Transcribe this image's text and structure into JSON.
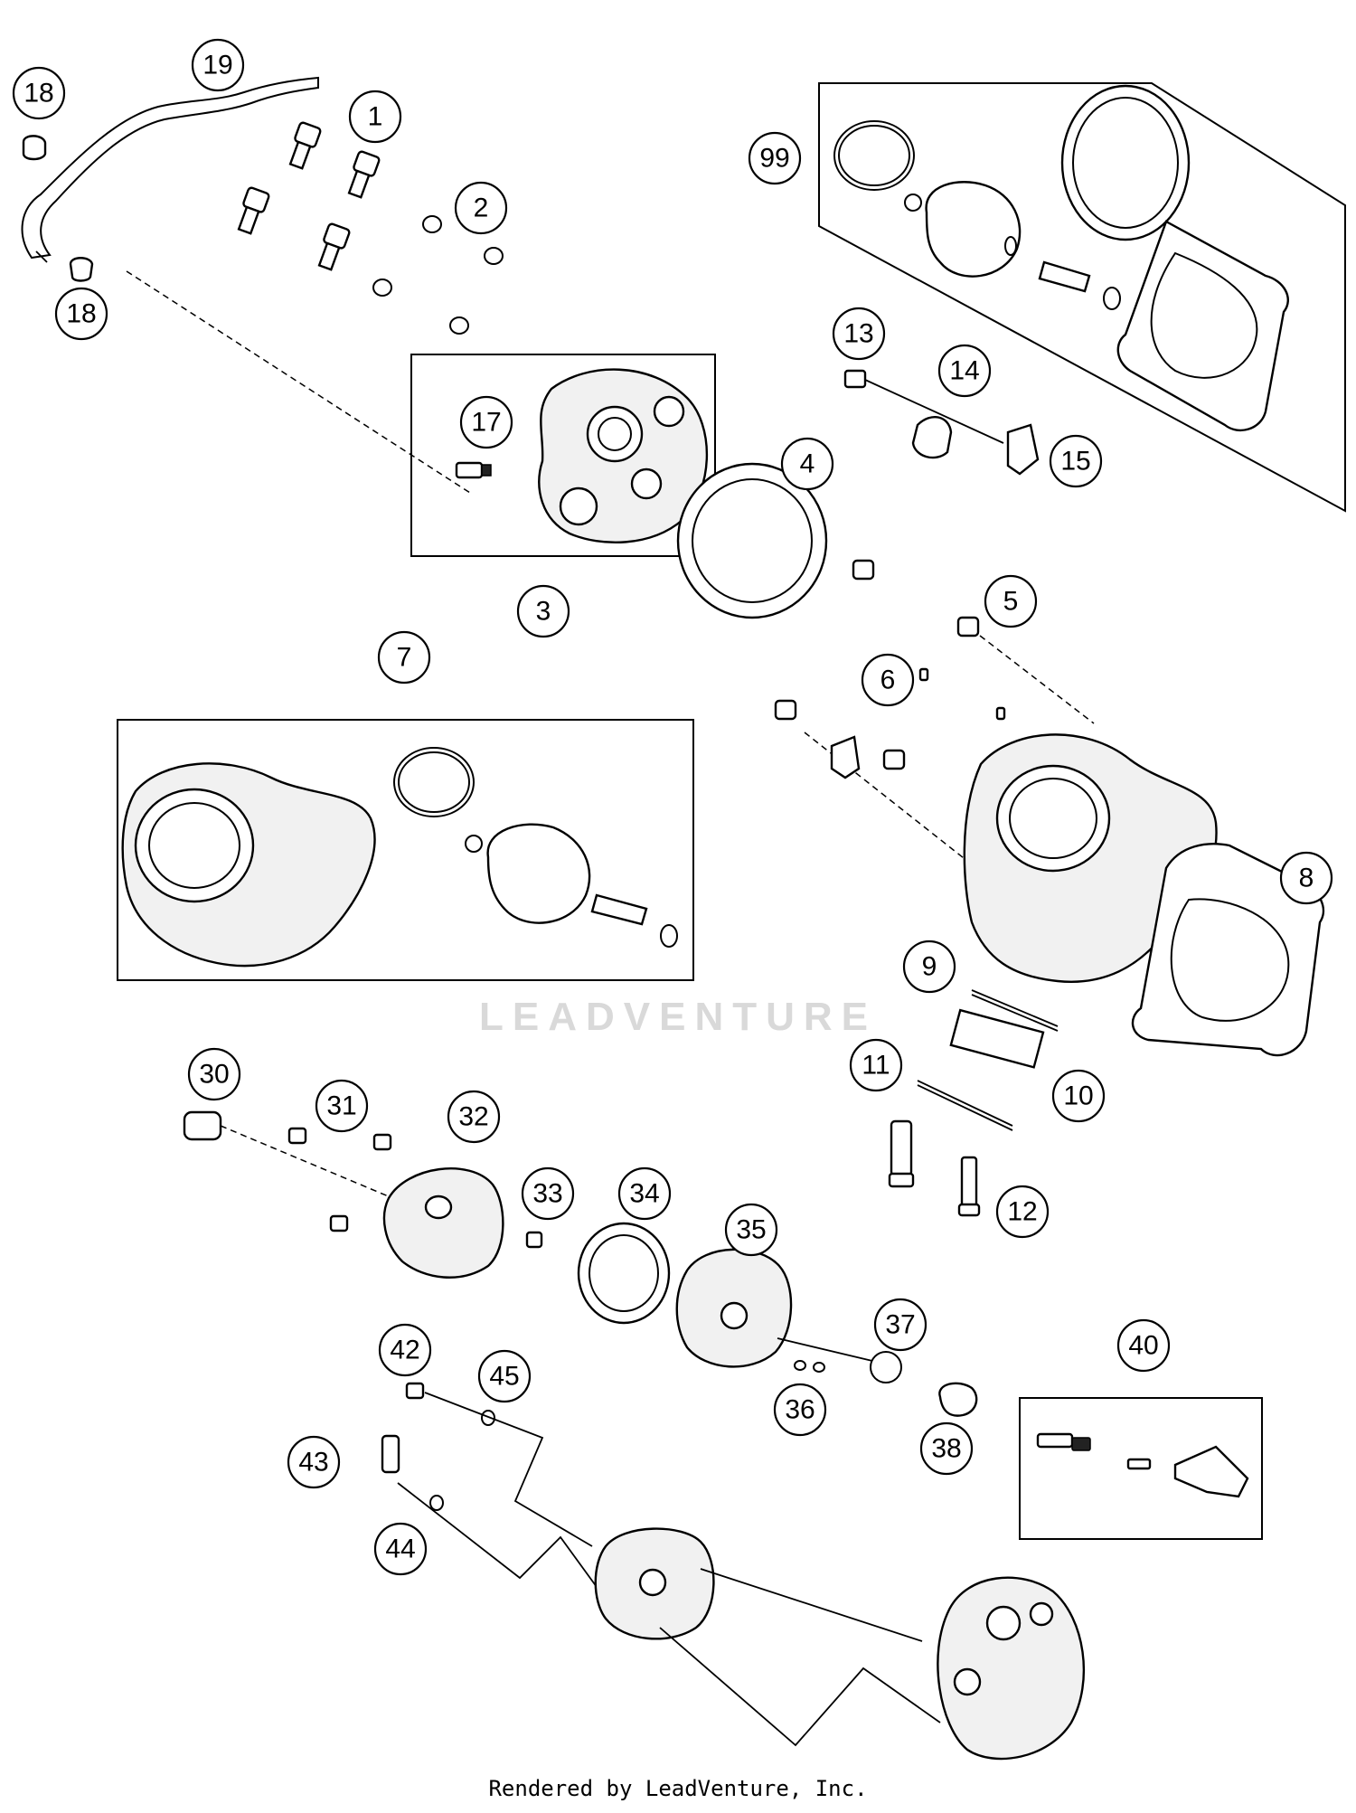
{
  "watermark": "LEADVENTURE",
  "footer": "Rendered by LeadVenture, Inc.",
  "callouts": [
    {
      "id": "18a",
      "label": "18"
    },
    {
      "id": "19",
      "label": "19"
    },
    {
      "id": "1",
      "label": "1"
    },
    {
      "id": "2",
      "label": "2"
    },
    {
      "id": "18b",
      "label": "18"
    },
    {
      "id": "99",
      "label": "99"
    },
    {
      "id": "13",
      "label": "13"
    },
    {
      "id": "14",
      "label": "14"
    },
    {
      "id": "15",
      "label": "15"
    },
    {
      "id": "17",
      "label": "17"
    },
    {
      "id": "4",
      "label": "4"
    },
    {
      "id": "3",
      "label": "3"
    },
    {
      "id": "5",
      "label": "5"
    },
    {
      "id": "6",
      "label": "6"
    },
    {
      "id": "7",
      "label": "7"
    },
    {
      "id": "8",
      "label": "8"
    },
    {
      "id": "9",
      "label": "9"
    },
    {
      "id": "11",
      "label": "11"
    },
    {
      "id": "10",
      "label": "10"
    },
    {
      "id": "12",
      "label": "12"
    },
    {
      "id": "30",
      "label": "30"
    },
    {
      "id": "31",
      "label": "31"
    },
    {
      "id": "32",
      "label": "32"
    },
    {
      "id": "33",
      "label": "33"
    },
    {
      "id": "34",
      "label": "34"
    },
    {
      "id": "35",
      "label": "35"
    },
    {
      "id": "37",
      "label": "37"
    },
    {
      "id": "40",
      "label": "40"
    },
    {
      "id": "42",
      "label": "42"
    },
    {
      "id": "45",
      "label": "45"
    },
    {
      "id": "36",
      "label": "36"
    },
    {
      "id": "38",
      "label": "38"
    },
    {
      "id": "43",
      "label": "43"
    },
    {
      "id": "44",
      "label": "44"
    }
  ]
}
